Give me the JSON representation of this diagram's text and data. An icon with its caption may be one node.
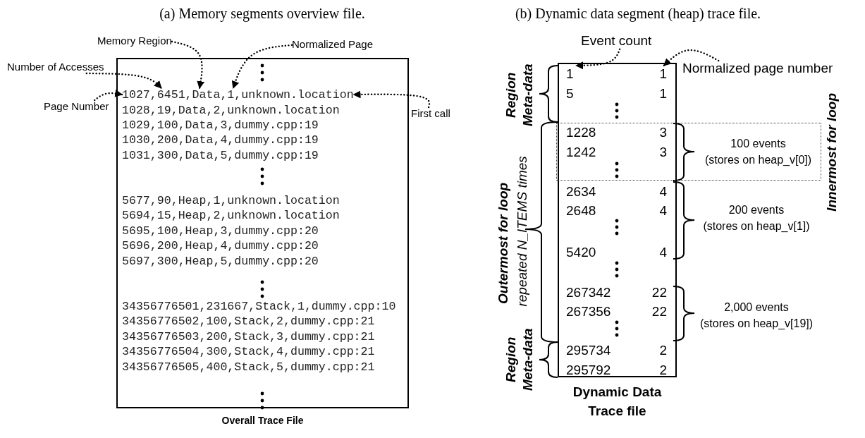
{
  "diagram": {
    "nodes": [
      {
        "text": [
          "Overall Trace File"
        ]
      },
      {
        "text": [
          "1027,6451,Data,1,unknown.location"
        ],
        "in": 0
      },
      {
        "text": [
          "1028,19,Data,2,unknown.location"
        ],
        "in": 0
      },
      {
        "text": [
          "1029,100,Data,3,dummy.cpp:19"
        ],
        "in": 0
      },
      {
        "text": [
          "1030,200,Data,4,dummy.cpp:19"
        ],
        "in": 0
      },
      {
        "text": [
          "1031,300,Data,5,dummy.cpp:19"
        ],
        "in": 0
      },
      {
        "text": [
          "5677,90,Heap,1,unknown.location"
        ],
        "in": 0
      },
      {
        "text": [
          "5694,15,Heap,2,unknown.location"
        ],
        "in": 0
      },
      {
        "text": [
          "5695,100,Heap,3,dummy.cpp:20"
        ],
        "in": 0
      },
      {
        "text": [
          "5696,200,Heap,4,dummy.cpp:20"
        ],
        "in": 0
      },
      {
        "text": [
          "5697,300,Heap,5,dummy.cpp:20"
        ],
        "in": 0
      },
      {
        "text": [
          "34356776501,231667,Stack,1,dummy.cpp:10"
        ],
        "in": 0
      },
      {
        "text": [
          "34356776502,100,Stack,2,dummy.cpp:21"
        ],
        "in": 0
      },
      {
        "text": [
          "34356776503,200,Stack,3,dummy.cpp:21"
        ],
        "in": 0
      },
      {
        "text": [
          "34356776504,300,Stack,4,dummy.cpp:21"
        ],
        "in": 0
      },
      {
        "text": [
          "34356776505,400,Stack,5,dummy.cpp:21"
        ],
        "in": 0
      },
      {
        "text": [
          "Memory Region"
        ]
      },
      {
        "text": [
          "Normalized Page"
        ]
      },
      {
        "text": [
          "Number of Accesses"
        ]
      },
      {
        "text": [
          "Page Number"
        ]
      },
      {
        "text": [
          "First call"
        ]
      },
      {
        "text": [
          "Dynamic Data Trace file"
        ]
      },
      {
        "text": [
          "1",
          "1"
        ],
        "in": 21
      },
      {
        "text": [
          "5",
          "1"
        ],
        "in": 21
      },
      {
        "text": [
          "1228",
          "3"
        ]
      },
      {
        "text": [
          "1242",
          "3"
        ]
      },
      {
        "text": [
          "2634",
          "4"
        ],
        "in": 21
      },
      {
        "text": [
          "2648",
          "4"
        ],
        "in": 21
      },
      {
        "text": [
          "5420",
          "4"
        ],
        "in": 21
      },
      {
        "text": [
          "267342",
          "22"
        ],
        "in": 21
      },
      {
        "text": [
          "267356",
          "22"
        ],
        "in": 21
      },
      {
        "text": [
          "295734",
          "2"
        ],
        "in": 21
      },
      {
        "text": [
          "295792",
          "2"
        ],
        "in": 21
      },
      {
        "text": [
          "Event count"
        ]
      },
      {
        "text": [
          "Normalized page number"
        ]
      },
      {
        "text": [
          "100 events",
          "(stores on heap_v[0])"
        ],
        "beside": [
          "Innermost for loop"
        ]
      }
    ],
    "edges": [
      {
        "from": 16,
        "to": 1,
        "arrow": "to",
        "style": "dashed"
      },
      {
        "from": 17,
        "to": 1,
        "arrow": "to",
        "style": "dashed"
      },
      {
        "from": 18,
        "to": 1,
        "arrow": "to",
        "style": "dashed"
      },
      {
        "from": 19,
        "to": 1,
        "arrow": "to",
        "style": "dashed"
      },
      {
        "from": 20,
        "to": 1,
        "arrow": "to",
        "style": "dashed"
      },
      {
        "from": 33,
        "to": 22,
        "arrow": "to",
        "style": "dashed"
      },
      {
        "from": 34,
        "to": 22,
        "arrow": "to",
        "style": "dashed"
      }
    ],
    "labels": [
      "(a) Memory segments overview file.",
      "(b) Dynamic data segment (heap) trace file.",
      "Region Meta-data",
      "Outermost for loop",
      "repeated N_ITEMS times",
      "200 events",
      "(stores on heap_v[1])",
      "2,000 events",
      "(stores on heap_v[19])",
      "Region Meta-data"
    ]
  }
}
